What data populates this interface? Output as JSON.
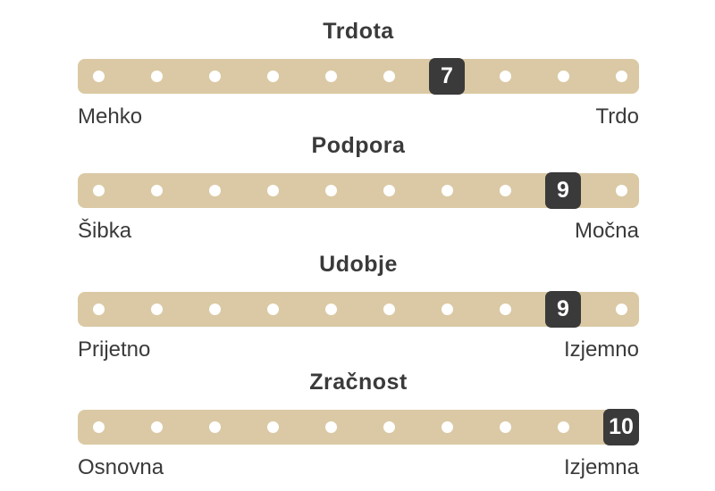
{
  "scales": [
    {
      "title": "Trdota",
      "value": "7",
      "position": 7,
      "min_label": "Mehko",
      "max_label": "Trdo"
    },
    {
      "title": "Podpora",
      "value": "9",
      "position": 9,
      "min_label": "Šibka",
      "max_label": "Močna"
    },
    {
      "title": "Udobje",
      "value": "9",
      "position": 9,
      "min_label": "Prijetno",
      "max_label": "Izjemno"
    },
    {
      "title": "Zračnost",
      "value": "10",
      "position": 10,
      "min_label": "Osnovna",
      "max_label": "Izjemna"
    }
  ],
  "scale_steps": 10,
  "colors": {
    "track": "#dac9a4",
    "marker": "#3a3a3a",
    "dot": "#ffffff",
    "text": "#3a3a3a"
  }
}
